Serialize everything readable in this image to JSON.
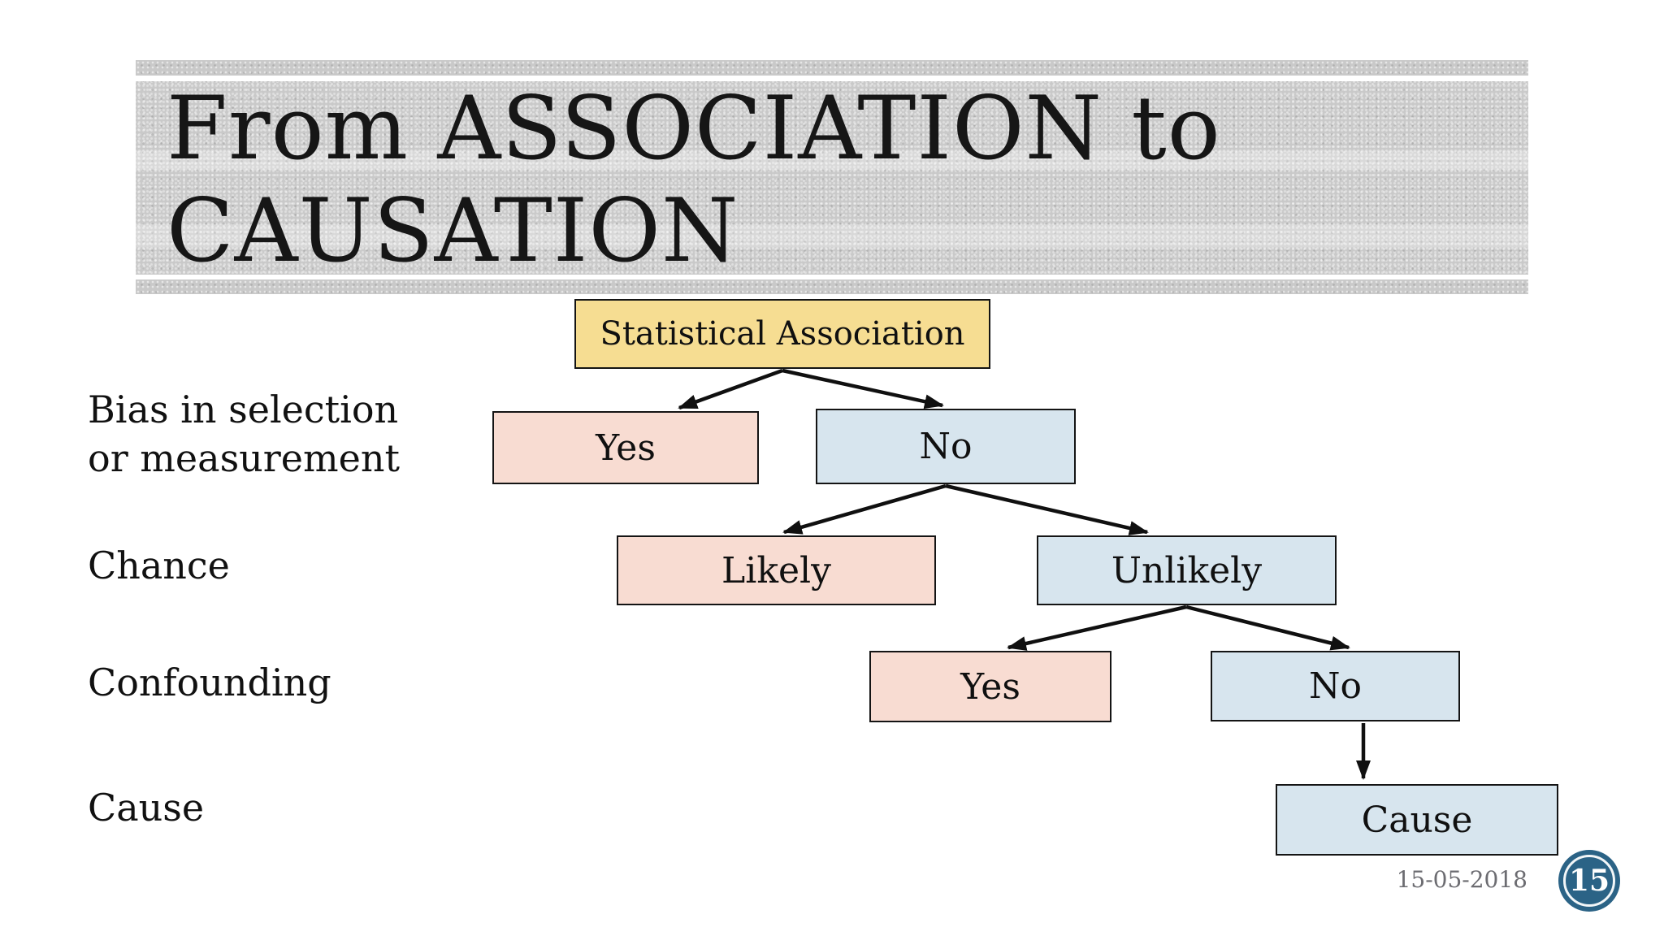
{
  "title": {
    "line1": "From ASSOCIATION to",
    "line2": "CAUSATION"
  },
  "row_labels": {
    "bias": {
      "line1": "Bias in selection",
      "line2": "or measurement"
    },
    "chance": {
      "label": "Chance"
    },
    "confounding": {
      "label": "Confounding"
    },
    "cause": {
      "label": "Cause"
    }
  },
  "tree": {
    "root": {
      "label": "Statistical Association"
    },
    "bias_yes": {
      "label": "Yes"
    },
    "bias_no": {
      "label": "No"
    },
    "chance_likely": {
      "label": "Likely"
    },
    "chance_unlikely": {
      "label": "Unlikely"
    },
    "confounding_yes": {
      "label": "Yes"
    },
    "confounding_no": {
      "label": "No"
    },
    "cause": {
      "label": "Cause"
    }
  },
  "footer": {
    "date": "15-05-2018",
    "page_number": "15"
  },
  "colors": {
    "root_fill": "#f6dd92",
    "yes_fill": "#f8dcd2",
    "no_fill": "#d7e5ee",
    "banner_gray": "#c9c9c9",
    "page_circle": "#2b6386",
    "date_text": "#6c6c71",
    "connector": "#101010",
    "node_border": "#141414"
  }
}
